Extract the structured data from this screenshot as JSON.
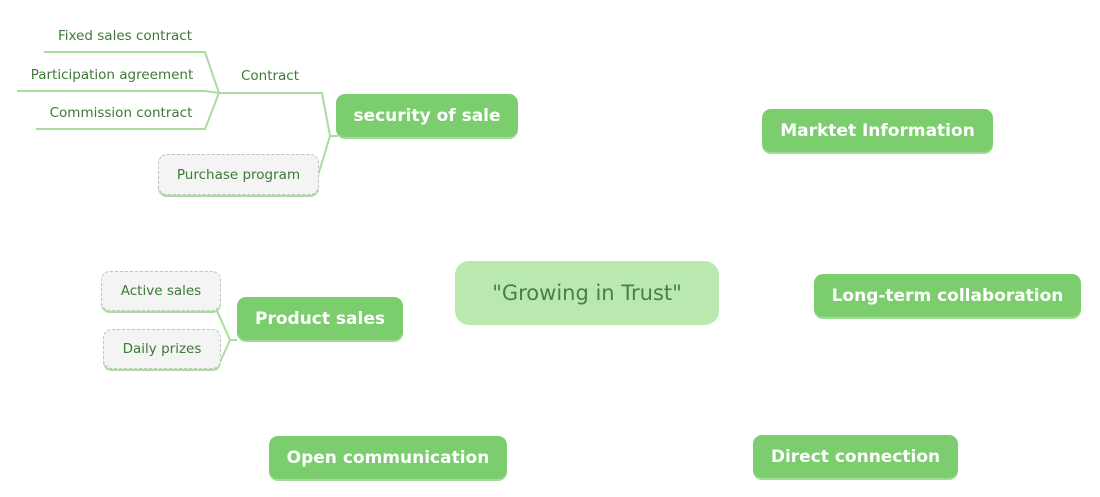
{
  "central": {
    "label": "\"Growing in Trust\""
  },
  "topics": {
    "security_of_sale": "security of sale",
    "market_information": "Marktet Information",
    "long_term": "Long-term collaboration",
    "product_sales": "Product sales",
    "open_communication": "Open communication",
    "direct_connection": "Direct connection"
  },
  "security_of_sale_children": {
    "contract": "Contract",
    "purchase_program": "Purchase program"
  },
  "contract_children": {
    "fixed_sales": "Fixed sales contract",
    "participation": "Participation agreement",
    "commission": "Commission contract"
  },
  "product_sales_children": {
    "active_sales": "Active sales",
    "daily_prizes": "Daily prizes"
  },
  "colors": {
    "topic_fill": "#7ccd6e",
    "central_fill": "#b9e9af",
    "branch_line": "#a8dd9e",
    "text_dark_green": "#3c7a35"
  }
}
